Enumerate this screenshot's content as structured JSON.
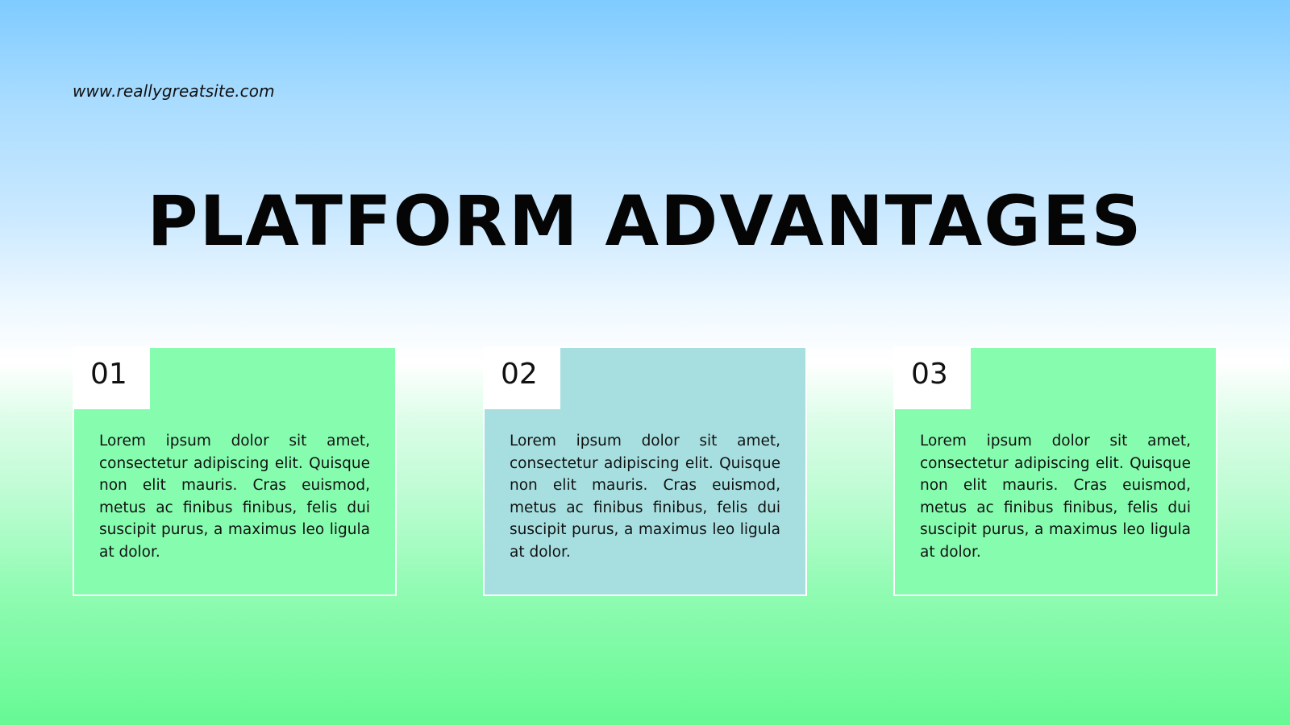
{
  "site_url": "www.reallygreatsite.com",
  "title": "PLATFORM ADVANTAGES",
  "colors": {
    "card_green": "#86fcaf",
    "card_teal": "#a7dfe1",
    "number_box": "#ffffff",
    "text": "#111111"
  },
  "cards": [
    {
      "number": "01",
      "text": "Lorem ipsum dolor sit amet, consectetur adipiscing elit. Quisque non elit mauris. Cras euismod, metus ac finibus finibus, felis dui suscipit purus, a maximus leo ligula at dolor.",
      "color": "#86fcaf"
    },
    {
      "number": "02",
      "text": "Lorem ipsum dolor sit amet, consectetur adipiscing elit. Quisque non elit mauris. Cras euismod, metus ac finibus finibus, felis dui suscipit purus, a maximus leo ligula at dolor.",
      "color": "#a7dfe1"
    },
    {
      "number": "03",
      "text": "Lorem ipsum dolor sit amet, consectetur adipiscing elit. Quisque non elit mauris. Cras euismod, metus ac finibus finibus, felis dui suscipit purus, a maximus leo ligula at dolor.",
      "color": "#86fcaf"
    }
  ]
}
